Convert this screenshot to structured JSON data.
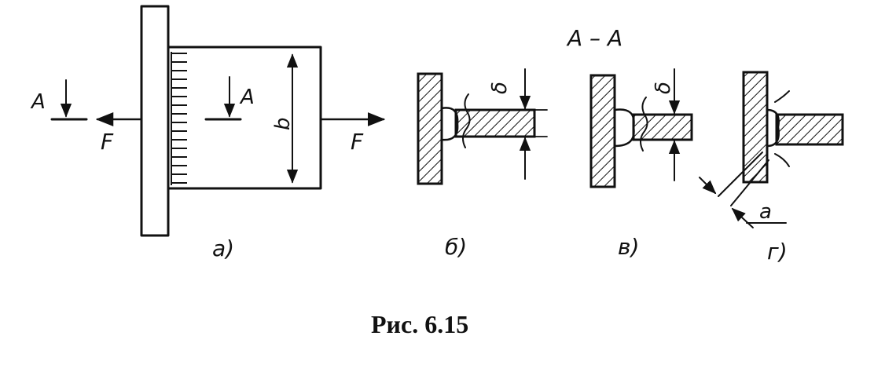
{
  "caption": "Рис. 6.15",
  "section_label": "А – А",
  "labels": {
    "force_left": "F",
    "force_right": "F",
    "section_mark_left": "A",
    "section_mark_mid": "A",
    "width": "b",
    "thickness_b": "δ",
    "thickness_v": "δ",
    "leg_size": "a"
  },
  "subfigures": [
    "а)",
    "б)",
    "в)",
    "г)"
  ]
}
